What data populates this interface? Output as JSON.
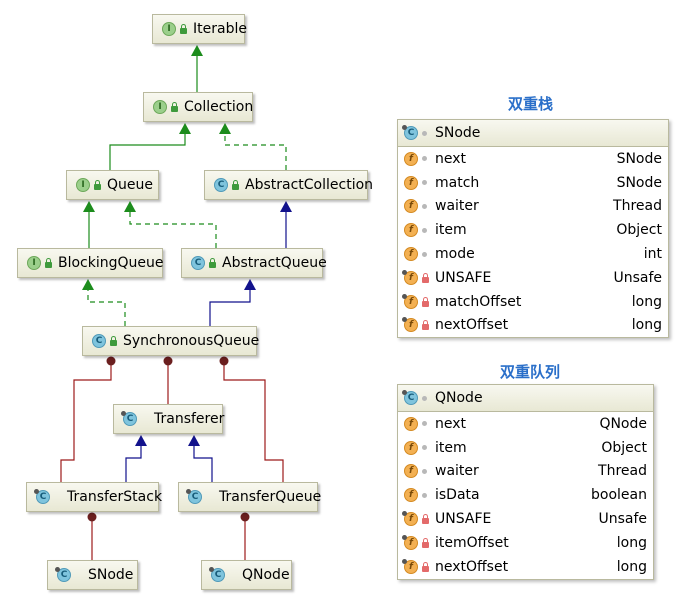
{
  "colors": {
    "realize": "#1c8c1c",
    "extend": "#12128c",
    "compose": "#9c1a1a"
  },
  "nodes": {
    "iterable": {
      "label": "Iterable",
      "kind": "I"
    },
    "collection": {
      "label": "Collection",
      "kind": "I"
    },
    "queue": {
      "label": "Queue",
      "kind": "I"
    },
    "abstract_collection": {
      "label": "AbstractCollection",
      "kind": "C"
    },
    "blocking_queue": {
      "label": "BlockingQueue",
      "kind": "I"
    },
    "abstract_queue": {
      "label": "AbstractQueue",
      "kind": "C"
    },
    "synchronous_queue": {
      "label": "SynchronousQueue",
      "kind": "C"
    },
    "transferer": {
      "label": "Transferer",
      "kind": "C"
    },
    "transfer_stack": {
      "label": "TransferStack",
      "kind": "C"
    },
    "transfer_queue": {
      "label": "TransferQueue",
      "kind": "C"
    },
    "snode": {
      "label": "SNode",
      "kind": "C"
    },
    "qnode": {
      "label": "QNode",
      "kind": "C"
    }
  },
  "snode_panel": {
    "title": "双重栈",
    "header": "SNode",
    "fields": [
      {
        "name": "next",
        "type": "SNode"
      },
      {
        "name": "match",
        "type": "SNode"
      },
      {
        "name": "waiter",
        "type": "Thread"
      },
      {
        "name": "item",
        "type": "Object"
      },
      {
        "name": "mode",
        "type": "int"
      },
      {
        "name": "UNSAFE",
        "type": "Unsafe"
      },
      {
        "name": "matchOffset",
        "type": "long"
      },
      {
        "name": "nextOffset",
        "type": "long"
      }
    ]
  },
  "qnode_panel": {
    "title": "双重队列",
    "header": "QNode",
    "fields": [
      {
        "name": "next",
        "type": "QNode"
      },
      {
        "name": "item",
        "type": "Object"
      },
      {
        "name": "waiter",
        "type": "Thread"
      },
      {
        "name": "isData",
        "type": "boolean"
      },
      {
        "name": "UNSAFE",
        "type": "Unsafe"
      },
      {
        "name": "itemOffset",
        "type": "long"
      },
      {
        "name": "nextOffset",
        "type": "long"
      }
    ]
  }
}
